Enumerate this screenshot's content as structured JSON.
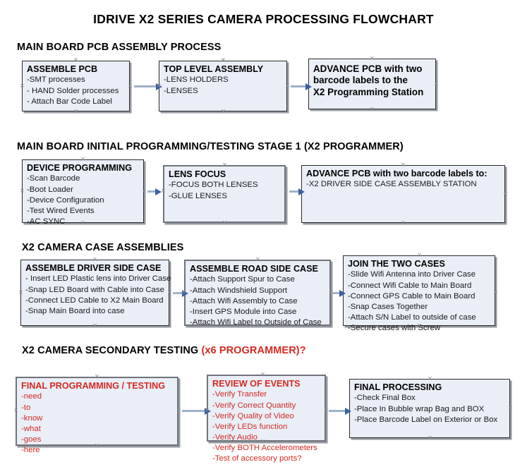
{
  "title": "IDRIVE X2  SERIES CAMERA PROCESSING FLOWCHART",
  "colors": {
    "box_fill": "#e9eef7",
    "box_border": "#2b2b2b",
    "box_border_grey": "#6f737b",
    "accent_red": "#d42a22",
    "arrow_line": "#9fb2c8",
    "arrow_head": "#3b5fa4",
    "text": "#000000"
  },
  "sections": [
    {
      "header": "MAIN BOARD PCB ASSEMBLY PROCESS",
      "header_accent": "",
      "nodes": [
        {
          "title": "ASSEMBLE PCB",
          "lines": [
            "-SMT processes",
            "- HAND Solder processes",
            "- Attach Bar Code Label"
          ]
        },
        {
          "title": "TOP LEVEL ASSEMBLY",
          "lines": [
            "-LENS HOLDERS",
            "-LENSES"
          ]
        },
        {
          "title": "ADVANCE PCB with two",
          "lines": [
            "barcode labels to the",
            " X2 Programming Station"
          ]
        }
      ]
    },
    {
      "header": "MAIN BOARD INITIAL PROGRAMMING/TESTING STAGE 1 (X2 PROGRAMMER)",
      "header_accent": "",
      "nodes": [
        {
          "title": "DEVICE PROGRAMMING",
          "lines": [
            "-Scan Barcode",
            "-Boot Loader",
            "-Device Configuration",
            "-Test Wired Events",
            "-AC SYNC"
          ]
        },
        {
          "title": "LENS FOCUS",
          "lines": [
            "-FOCUS BOTH LENSES",
            "-GLUE LENSES"
          ]
        },
        {
          "title": "ADVANCE PCB with two barcode labels to:",
          "lines": [
            "-X2 DRIVER  SIDE  CASE  ASSEMBLY STATION"
          ]
        }
      ]
    },
    {
      "header": "X2 CAMERA CASE ASSEMBLIES",
      "header_accent": "",
      "nodes": [
        {
          "title": "ASSEMBLE DRIVER SIDE CASE",
          "lines": [
            "- Insert LED Plastic lens into Driver Case",
            "-Snap LED Board with Cable into Case",
            "-Connect LED Cable to X2 Main Board",
            "-Snap Main Board into case"
          ]
        },
        {
          "title": "ASSEMBLE ROAD SIDE CASE",
          "lines": [
            "-Attach Support Spur to Case",
            "-Attach Windshield Support",
            "-Attach Wifi Assembly to Case",
            "-Insert GPS Module into Case",
            "-Attach Wifi Label to Outside of Case"
          ]
        },
        {
          "title": "JOIN THE TWO CASES",
          "lines": [
            "-Slide Wifi Antenna into Driver Case",
            "-Connect Wifi Cable to Main Board",
            "-Connect GPS Cable to Main Board",
            "-Snap Cases Together",
            "-Attach S/N Label to outside of case",
            "-Secure cases with Screw"
          ]
        }
      ]
    },
    {
      "header": "X2 CAMERA SECONDARY TESTING ",
      "header_accent": "(x6 PROGRAMMER)?",
      "nodes": [
        {
          "title": "FINAL PROGRAMMING / TESTING",
          "lines": [
            "-need",
            "-to",
            "-know",
            "-what",
            "-goes",
            "-here"
          ]
        },
        {
          "title": "REVIEW OF EVENTS",
          "lines": [
            "-Verify Transfer",
            "-Verify Correct Quantity",
            "-Verify Quality of Video",
            "-Verify LEDs function",
            "-Verify Audio",
            "-Verify BOTH Accelerometers",
            "-Test of accessory ports?"
          ]
        },
        {
          "title": "FINAL PROCESSING",
          "lines": [
            "-Check Final Box",
            "-Place In Bubble wrap Bag and BOX",
            "-Place Barcode Label on Exterior or Box"
          ]
        }
      ]
    }
  ]
}
